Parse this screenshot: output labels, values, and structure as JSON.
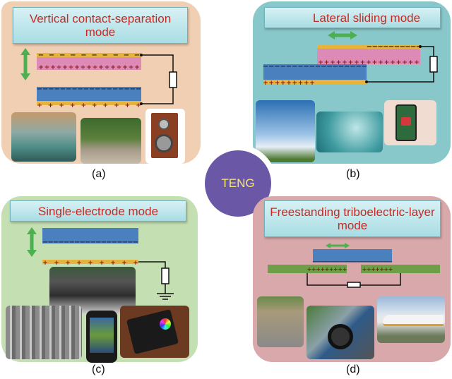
{
  "center": {
    "label": "TENG"
  },
  "colors": {
    "title_text": "#c62a24",
    "center_circle": "#6a58a6",
    "center_text": "#f4ea6a",
    "dielectric_pink": "#dd8ab6",
    "dielectric_blue": "#4a80bd",
    "electrode_gold": "#e6b43c",
    "electrode_green": "#6e9e48",
    "arrow_green": "#4caf50"
  },
  "panels": [
    {
      "id": "a",
      "title": "Vertical contact-separation mode",
      "caption": "(a)",
      "motion": "vertical",
      "photos": [
        "ocean-waves",
        "walking-feet",
        "loudspeaker"
      ]
    },
    {
      "id": "b",
      "title": "Lateral sliding mode",
      "caption": "(b)",
      "motion": "horizontal",
      "photos": [
        "wind-turbines",
        "ocean-wave",
        "smartphone-unlock"
      ]
    },
    {
      "id": "c",
      "title": "Single-electrode mode",
      "caption": "(c)",
      "motion": "vertical",
      "photos": [
        "crowd-walking",
        "highway-traffic",
        "smartphone",
        "touch-tablet"
      ]
    },
    {
      "id": "d",
      "title": "Freestanding triboelectric-layer mode",
      "caption": "(d)",
      "motion": "horizontal",
      "photos": [
        "walking-shoes",
        "car-wheel",
        "high-speed-train"
      ]
    }
  ],
  "symbols": {
    "plus": "+",
    "minus": "−"
  }
}
